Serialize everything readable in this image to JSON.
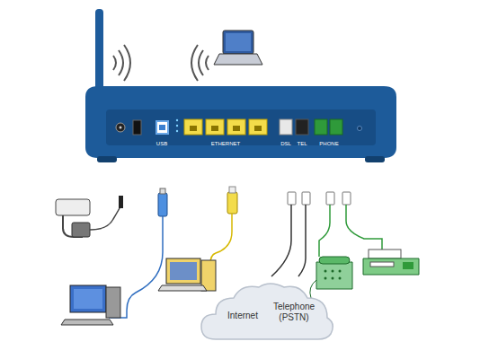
{
  "diagram": {
    "nodes": [
      {
        "text": [
          "Internet",
          "Telephone (PSTN)"
        ]
      }
    ],
    "labels": [
      "USB",
      "ETHERNET",
      "DSL",
      "TEL",
      "PHONE"
    ]
  }
}
